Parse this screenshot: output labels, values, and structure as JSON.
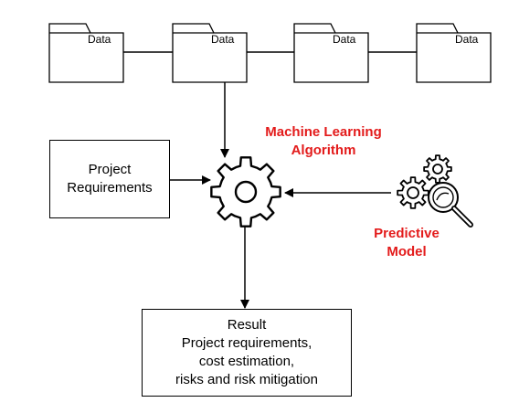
{
  "data_sources": [
    {
      "label": "Data"
    },
    {
      "label": "Data"
    },
    {
      "label": "Data"
    },
    {
      "label": "Data"
    }
  ],
  "project_requirements": {
    "lines": [
      "Project",
      "Requirements"
    ]
  },
  "algorithm": {
    "lines": [
      "Machine Learning",
      "Algorithm"
    ],
    "color": "#e31b1b"
  },
  "predictive_model": {
    "lines": [
      "Predictive",
      "Model"
    ],
    "color": "#e31b1b"
  },
  "result": {
    "lines": [
      "Result",
      "Project requirements,",
      "cost estimation,",
      "risks and risk mitigation"
    ]
  }
}
